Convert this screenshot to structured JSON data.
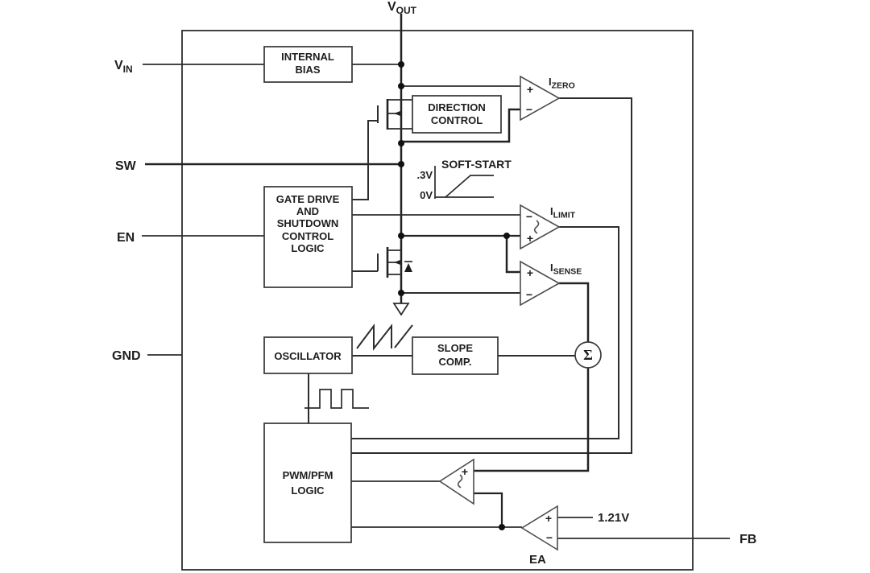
{
  "pins": {
    "vout": {
      "base": "V",
      "sub": "OUT"
    },
    "vin": {
      "base": "V",
      "sub": "IN"
    },
    "sw": {
      "label": "SW"
    },
    "en": {
      "label": "EN"
    },
    "gnd": {
      "label": "GND"
    },
    "fb": {
      "label": "FB"
    }
  },
  "blocks": {
    "internal_bias": {
      "lines": [
        "INTERNAL",
        "BIAS"
      ]
    },
    "direction_control": {
      "lines": [
        "DIRECTION",
        "CONTROL"
      ]
    },
    "gate_drive": {
      "lines": [
        "GATE DRIVE",
        "AND",
        "SHUTDOWN",
        "CONTROL",
        "LOGIC"
      ]
    },
    "oscillator": {
      "lines": [
        "OSCILLATOR"
      ]
    },
    "slope_comp": {
      "lines": [
        "SLOPE",
        "COMP."
      ]
    },
    "pwm_pfm": {
      "lines": [
        "PWM/PFM",
        "LOGIC"
      ]
    }
  },
  "comparators": {
    "izero": {
      "base": "I",
      "sub": "ZERO"
    },
    "ilimit": {
      "base": "I",
      "sub": "LIMIT"
    },
    "isense": {
      "base": "I",
      "sub": "SENSE"
    },
    "error_amp": {
      "label": "EA",
      "ref": "1.21V"
    }
  },
  "signs": {
    "plus": "+",
    "minus": "−"
  },
  "soft_start": {
    "title": "SOFT-START",
    "high": ".3V",
    "low": "0V"
  },
  "summer": {
    "symbol": "Σ"
  },
  "colors": {
    "line": "#2d2d2d",
    "background": "#ffffff",
    "text": "#1e1e1e"
  }
}
